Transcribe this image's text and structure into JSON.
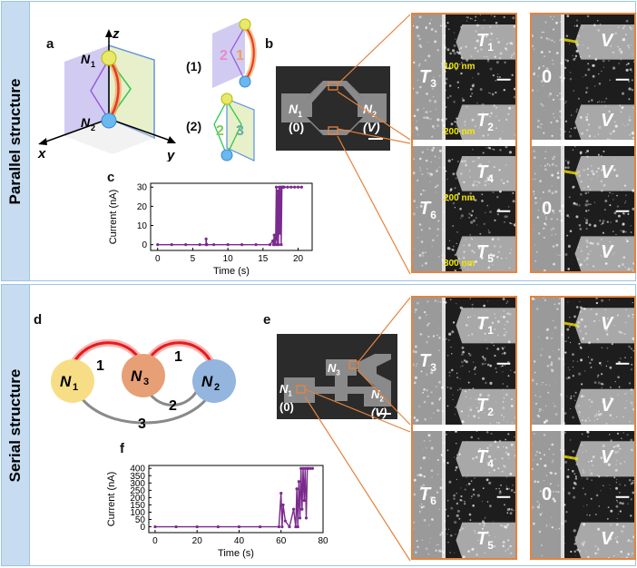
{
  "parallel": {
    "section_title": "Parallel structure",
    "panel_labels": {
      "a": "a",
      "b": "b",
      "c": "c"
    },
    "panel_a": {
      "axis_z": "z",
      "axis_x": "x",
      "axis_y": "y",
      "node_top": "N",
      "node_top_sub": "1",
      "node_bottom": "N",
      "node_bottom_sub": "2",
      "sub1_label": "(1)",
      "sub2_label": "(2)",
      "path_labels_1": [
        "2",
        "1"
      ],
      "path_labels_2": [
        "2",
        "3"
      ]
    },
    "panel_b": {
      "n1": "N",
      "n1_sub": "1",
      "n1_val": "(0)",
      "n2": "N",
      "n2_sub": "2",
      "n2_val": "(V)"
    },
    "zoom_before": {
      "top": {
        "left_terminal": "T",
        "left_sub": "3",
        "upper": "T",
        "upper_sub": "1",
        "lower": "T",
        "lower_sub": "2",
        "gap_upper": "100 nm",
        "gap_lower": "200 nm"
      },
      "bottom": {
        "left_terminal": "T",
        "left_sub": "6",
        "upper": "T",
        "upper_sub": "4",
        "lower": "T",
        "lower_sub": "5",
        "gap_upper": "200 nm",
        "gap_lower": "300 nm"
      }
    },
    "zoom_after": {
      "top": {
        "left": "0",
        "upper": "V",
        "lower": "V"
      },
      "bottom": {
        "left": "0",
        "upper": "V",
        "lower": "V"
      }
    }
  },
  "serial": {
    "section_title": "Serial structure",
    "panel_labels": {
      "d": "d",
      "e": "e",
      "f": "f"
    },
    "panel_d": {
      "n1": "N",
      "n1_sub": "1",
      "n3": "N",
      "n3_sub": "3",
      "n2": "N",
      "n2_sub": "2",
      "arc_labels": [
        "1",
        "1",
        "2",
        "3"
      ]
    },
    "panel_e": {
      "n1": "N",
      "n1_sub": "1",
      "n1_val": "(0)",
      "n3": "N",
      "n3_sub": "3",
      "n2": "N",
      "n2_sub": "2",
      "n2_val": "(V)"
    },
    "zoom_before": {
      "top": {
        "left_terminal": "T",
        "left_sub": "3",
        "upper": "T",
        "upper_sub": "1",
        "lower": "T",
        "lower_sub": "2"
      },
      "bottom": {
        "left_terminal": "T",
        "left_sub": "6",
        "upper": "T",
        "upper_sub": "4",
        "lower": "T",
        "lower_sub": "5"
      }
    },
    "zoom_after": {
      "top": {
        "left": "",
        "upper": "V",
        "lower": "V"
      },
      "bottom": {
        "left": "0",
        "upper": "V",
        "lower": "V"
      }
    }
  },
  "chart_data": [
    {
      "id": "c",
      "type": "line",
      "xlabel": "Time (s)",
      "ylabel": "Current (nA)",
      "xlim": [
        -1,
        22
      ],
      "ylim": [
        -3,
        32
      ],
      "xticks": [
        0,
        5,
        10,
        15,
        20
      ],
      "yticks": [
        0,
        10,
        20,
        30
      ],
      "color": "#7a2a8c",
      "x": [
        0,
        2,
        4,
        6,
        6.9,
        6.9,
        7.0,
        8,
        10,
        12,
        14,
        16,
        16.4,
        16.5,
        16.6,
        16.7,
        16.8,
        16.9,
        17.0,
        17.0,
        17.1,
        17.2,
        17.3,
        17.4,
        17.5,
        17.6,
        17.7,
        17.8,
        17.9,
        18.0,
        18.5,
        19,
        19.5,
        20,
        20.5
      ],
      "y": [
        0,
        0,
        0,
        0,
        0,
        3,
        0,
        0,
        0,
        0,
        0,
        0,
        2,
        0,
        5,
        0,
        3,
        30,
        0,
        5,
        28,
        0,
        30,
        6,
        30,
        0,
        30,
        30,
        30,
        30,
        30,
        30,
        30,
        30,
        30
      ]
    },
    {
      "id": "f",
      "type": "line",
      "xlabel": "Time (s)",
      "ylabel": "Current (nA)",
      "xlim": [
        -3,
        80
      ],
      "ylim": [
        -40,
        420
      ],
      "xticks": [
        0,
        20,
        40,
        60,
        80
      ],
      "yticks": [
        0,
        50,
        100,
        150,
        200,
        250,
        300,
        350,
        400
      ],
      "color": "#7a2a8c",
      "x": [
        0,
        10,
        20,
        30,
        40,
        50,
        59,
        60,
        60.5,
        61,
        62,
        64,
        66,
        67,
        67.5,
        68,
        68.5,
        69,
        69.5,
        70,
        70.5,
        71,
        71.5,
        72,
        72.5,
        73,
        74,
        75
      ],
      "y": [
        0,
        0,
        0,
        0,
        0,
        0,
        0,
        230,
        0,
        150,
        40,
        0,
        120,
        0,
        260,
        0,
        310,
        60,
        400,
        120,
        400,
        180,
        400,
        60,
        400,
        400,
        400,
        400
      ]
    }
  ]
}
